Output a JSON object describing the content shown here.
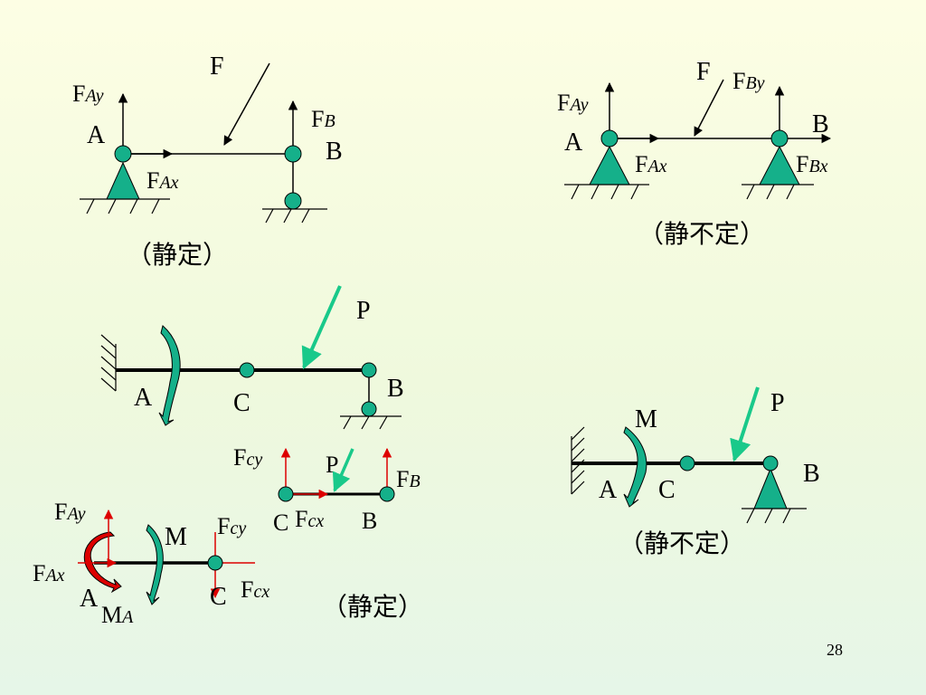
{
  "slide": {
    "page_number": "28",
    "colors": {
      "support": "#15b08a",
      "green_arrow": "#19c98a",
      "red": "#dd0000",
      "black": "#000000"
    }
  },
  "diagram1": {
    "force": "F",
    "fay": "F",
    "fay_sub": "Ay",
    "a": "A",
    "fb": "F",
    "fb_sub": "B",
    "b": "B",
    "fax": "F",
    "fax_sub": "Ax",
    "caption": "（静定）"
  },
  "diagram2": {
    "force": "F",
    "fby": "F",
    "fby_sub": "By",
    "fay": "F",
    "fay_sub": "Ay",
    "b": "B",
    "a": "A",
    "fax": "F",
    "fax_sub": "Ax",
    "fbx": "F",
    "fbx_sub": "Bx",
    "caption": "（静不定）"
  },
  "diagram3": {
    "p": "P",
    "b": "B",
    "a": "A",
    "c": "C"
  },
  "diagram4": {
    "p": "P",
    "m": "M",
    "b": "B",
    "a": "A",
    "c": "C",
    "caption": "（静不定）"
  },
  "diagram5": {
    "fcy": "F",
    "fcy_sub": "cy",
    "p": "P",
    "fb": "F",
    "fb_sub": "B",
    "c": "C",
    "fcx": "F",
    "fcx_sub": "cx",
    "b": "B"
  },
  "diagram6": {
    "fay": "F",
    "fay_sub": "Ay",
    "m": "M",
    "fcy": "F",
    "fcy_sub": "cy",
    "fax": "F",
    "fax_sub": "Ax",
    "fcx": "F",
    "fcx_sub": "cx",
    "a": "A",
    "c": "C",
    "ma": "M",
    "ma_sub": "A",
    "caption": "（静定）"
  }
}
